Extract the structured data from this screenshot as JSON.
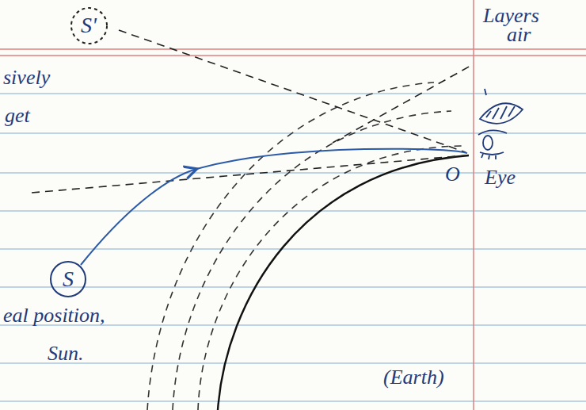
{
  "diagram": {
    "nodes": [
      {
        "text": [
          "S'"
        ]
      },
      {
        "text": [
          "S"
        ]
      }
    ],
    "labels": [
      "sively",
      "get",
      "Layers",
      "air",
      "O",
      "Eye",
      "eal position,",
      "Sun.",
      "(Earth)"
    ]
  }
}
